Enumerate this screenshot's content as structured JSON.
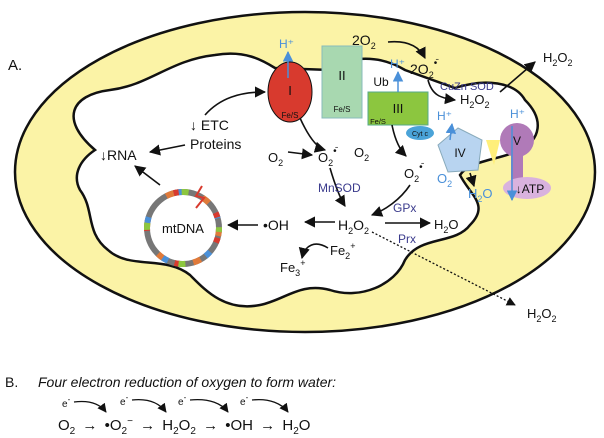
{
  "panel_a": {
    "label": "A.",
    "complexes": {
      "c1": {
        "name": "I",
        "cofactor": "Fe/S"
      },
      "c2": {
        "name": "II",
        "cofactor": "Fe/S"
      },
      "c3": {
        "name": "III",
        "cofactor": "Fe/S"
      },
      "c4": {
        "name": "IV"
      },
      "c5": {
        "name": "V",
        "product": "↓ATP"
      },
      "ub": "Ub",
      "cytc": "Cyt c"
    },
    "protons": {
      "h1": "H⁺",
      "h2": "H⁺",
      "h3": "H⁺",
      "h4": "H⁺"
    },
    "species": {
      "etc_proteins_line1": "↓ ETC",
      "etc_proteins_line2": "Proteins",
      "rna": "↓RNA",
      "mtdna": "mtDNA",
      "o2_a": "O",
      "o2_a_sub": "2",
      "superoxide_a": "O",
      "superoxide_a_sub": "2",
      "superoxide_a_sup": "•̄",
      "o2_b": "O",
      "o2_b_sub": "2",
      "superoxide_b": "O",
      "superoxide_b_sub": "2",
      "superoxide_b_sup": "•̄",
      "two_o2": "2O",
      "two_o2_sub": "2",
      "two_superoxide": "2O",
      "two_superoxide_sub": "2",
      "two_superoxide_sup": "•̄",
      "h2o2_center": "H",
      "h2o2_center_mid": "2",
      "h2o2_center_o": "O",
      "h2o2_center_sub": "2",
      "h2o2_ims": "H",
      "h2o2_ims_mid": "2",
      "h2o2_ims_o": "O",
      "h2o2_ims_sub": "2",
      "h2o2_out_top": "H",
      "h2o2_out_top_mid": "2",
      "h2o2_out_top_o": "O",
      "h2o2_out_top_sub": "2",
      "h2o2_out_bottom": "H",
      "h2o2_out_bottom_mid": "2",
      "h2o2_out_bottom_o": "O",
      "h2o2_out_bottom_sub": "2",
      "h2o_center": "H",
      "h2o_center_sub": "2",
      "h2o_center_o": "O",
      "h2o_c4": "H",
      "h2o_c4_sub": "2",
      "h2o_c4_o": "O",
      "o2_c4": "O",
      "o2_c4_sub": "2",
      "hydroxyl": "•OH",
      "fe2": "Fe",
      "fe2_sub": "2",
      "fe2_sup": "+",
      "fe3": "Fe",
      "fe3_sub": "3",
      "fe3_sup": "+"
    },
    "enzymes": {
      "mnsod": "MnSOD",
      "cuznsod": "CuZn SOD",
      "gpx": "GPx",
      "prx": "Prx"
    }
  },
  "panel_b": {
    "label": "B.",
    "title": "Four electron reduction of oxygen to form water:",
    "electron": "e",
    "electron_sup": "-",
    "equation": {
      "o2": "O",
      "o2_sub": "2",
      "superoxide": "•O",
      "superoxide_sub": "2",
      "superoxide_sup": "−",
      "h2o2": "H",
      "h2o2_mid": "2",
      "h2o2_o": "O",
      "h2o2_sub": "2",
      "hydroxyl": "•OH",
      "water": "H",
      "water_sub": "2",
      "water_o": "O",
      "arrow": "→"
    }
  },
  "colors": {
    "matrix_fill": "#fbf3a6",
    "complex1": "#d83a2e",
    "complex2": "#a8d8b0",
    "complex3": "#8cc63f",
    "complex4": "#b8d4f0",
    "complex5": "#b07ab8",
    "cytc": "#4aa3d8",
    "proton_blue": "#4a90d9",
    "enzyme_purple": "#3a3a8c"
  }
}
